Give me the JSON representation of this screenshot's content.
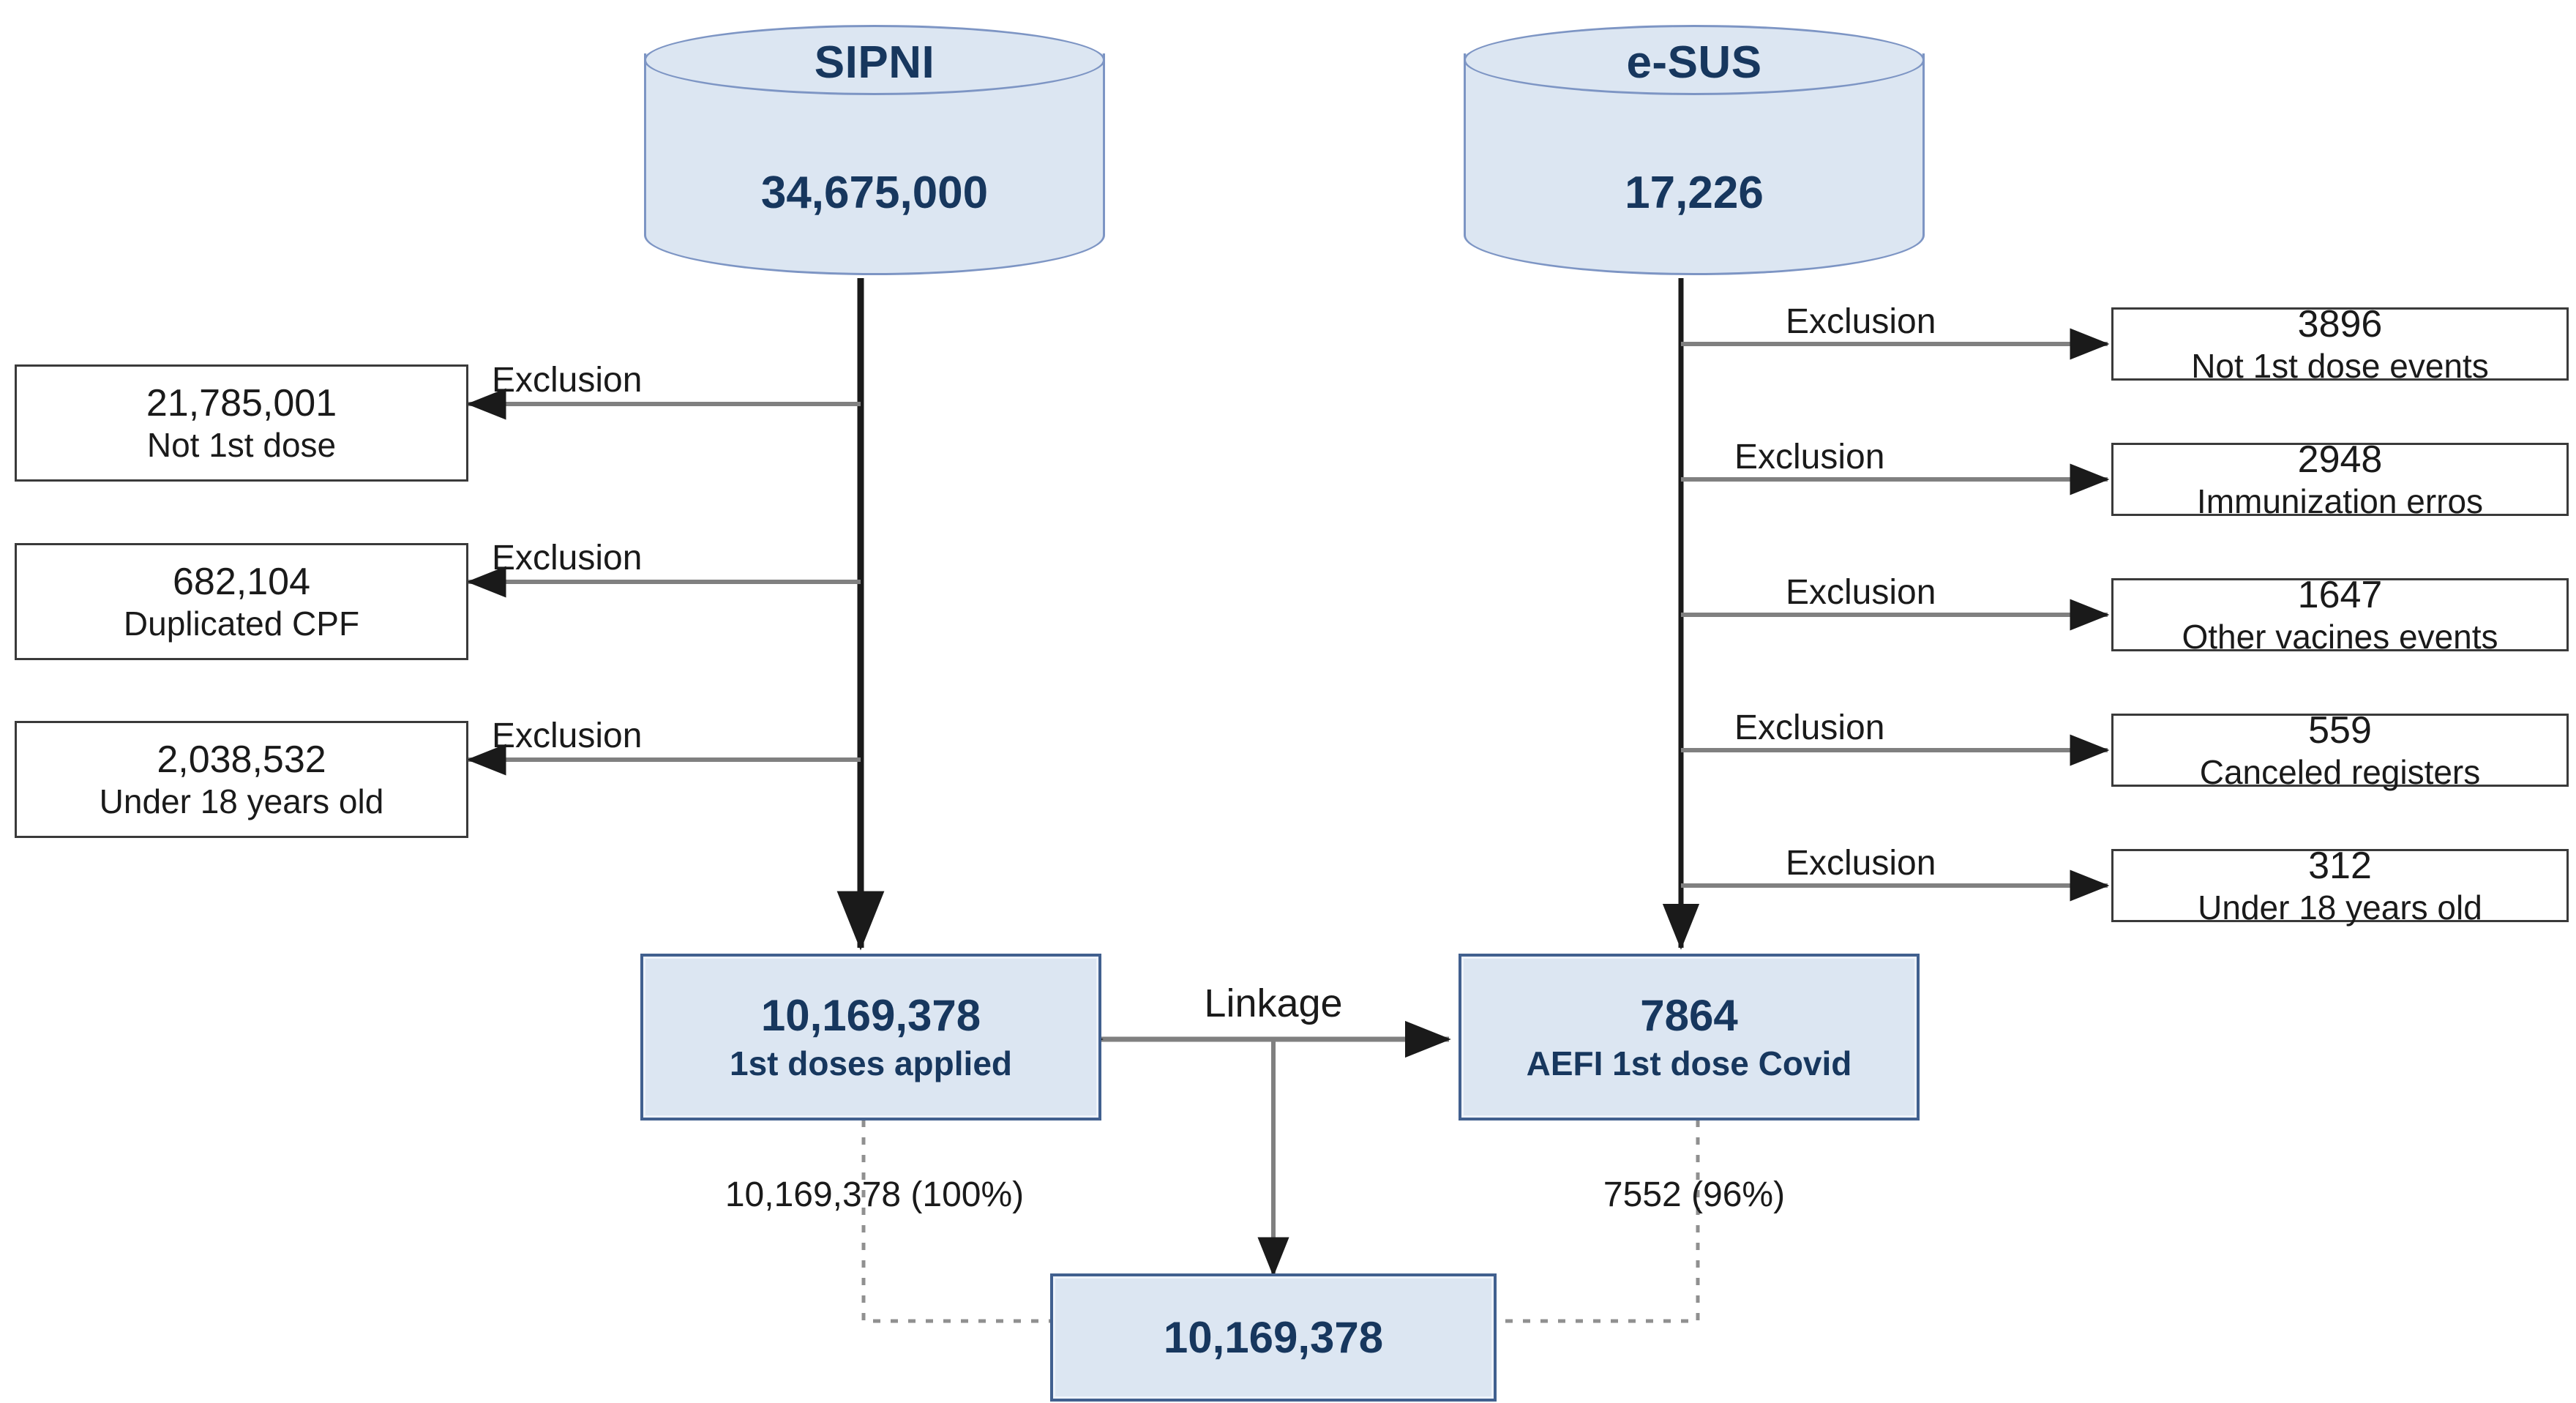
{
  "diagram": {
    "title": "Record linkage flow diagram: SIPNI and e-SUS COVID-19 first dose cohort",
    "type": "flowchart",
    "colors": {
      "database_fill": "#dce6f2",
      "database_stroke": "#7d95c4",
      "result_fill": "#dce6f2",
      "result_stroke": "#41608f",
      "result_text": "#17375e",
      "exclusion_stroke": "#3a3a3a",
      "exclusion_text": "#1a1a1a",
      "connector": "#808080",
      "spine": "#1a1a1a",
      "dotted": "#808080",
      "background": "#ffffff"
    }
  },
  "sources": {
    "sipni": {
      "name": "SIPNI",
      "count": "34,675,000"
    },
    "esus": {
      "name": "e-SUS",
      "count": "17,226"
    }
  },
  "edge_labels": {
    "exclusion": "Exclusion",
    "linkage": "Linkage"
  },
  "sipni_exclusions": [
    {
      "count": "21,785,001",
      "reason": "Not 1st dose"
    },
    {
      "count": "682,104",
      "reason": "Duplicated CPF"
    },
    {
      "count": "2,038,532",
      "reason": "Under 18 years old"
    }
  ],
  "esus_exclusions": [
    {
      "count": "3896",
      "reason": "Not 1st dose events"
    },
    {
      "count": "2948",
      "reason": "Immunization erros"
    },
    {
      "count": "1647",
      "reason": "Other vacines events"
    },
    {
      "count": "559",
      "reason": "Canceled registers"
    },
    {
      "count": "312",
      "reason": "Under 18 years old"
    }
  ],
  "results": {
    "sipni_result": {
      "count": "10,169,378",
      "label": "1st doses applied"
    },
    "esus_result": {
      "count": "7864",
      "label": "AEFI 1st dose Covid"
    },
    "linked_total": {
      "count": "10,169,378"
    }
  },
  "match_labels": {
    "sipni_matched": "10,169,378 (100%)",
    "esus_matched": "7552 (96%)"
  }
}
